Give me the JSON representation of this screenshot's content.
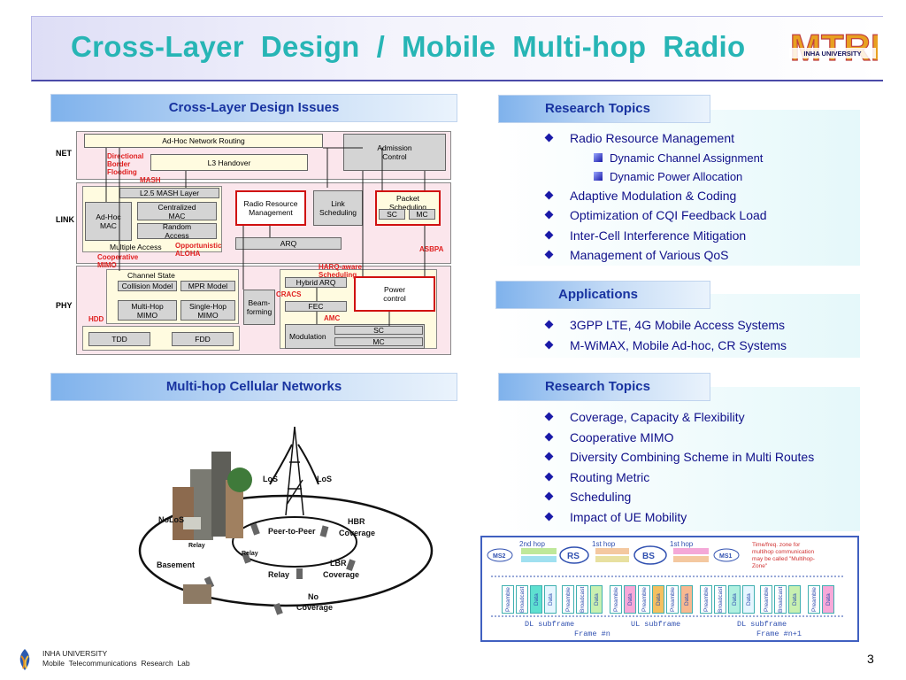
{
  "title": "Cross-Layer  Design  /  Mobile  Multi-hop  Radio",
  "logo": {
    "name": "MTRL",
    "subtitle": "INHA UNIVERSITY"
  },
  "sections": {
    "cross_layer": "Cross-Layer Design Issues",
    "research1": "Research Topics",
    "applications": "Applications",
    "multihop": "Multi-hop Cellular Networks",
    "research2": "Research Topics"
  },
  "research1_items": [
    {
      "text": "Radio Resource Management",
      "sub": false
    },
    {
      "text": "Dynamic Channel Assignment",
      "sub": true
    },
    {
      "text": "Dynamic Power Allocation",
      "sub": true
    },
    {
      "text": "Adaptive Modulation & Coding",
      "sub": false
    },
    {
      "text": "Optimization of CQI Feedback Load",
      "sub": false
    },
    {
      "text": "Inter-Cell Interference Mitigation",
      "sub": false
    },
    {
      "text": "Management of Various QoS",
      "sub": false
    }
  ],
  "applications_items": [
    "3GPP LTE, 4G Mobile Access Systems",
    "M-WiMAX, Mobile Ad-hoc, CR Systems"
  ],
  "research2_items": [
    "Coverage, Capacity & Flexibility",
    "Cooperative MIMO",
    "Diversity Combining Scheme in Multi Routes",
    "Routing Metric",
    "Scheduling",
    "Impact of UE Mobility"
  ],
  "cross_layer_diagram": {
    "layers": {
      "net": "NET",
      "link": "LINK",
      "phy": "PHY"
    },
    "boxes": {
      "adhoc_routing": "Ad-Hoc Network Routing",
      "admission": "Admission\nControl",
      "l3_handover": "L3 Handover",
      "mash_layer": "L2.5 MASH Layer",
      "centralized_mac": "Centralized\nMAC",
      "adhoc_mac": "Ad-Hoc\nMAC",
      "random_access": "Random\nAccess",
      "multiple_access": "Multiple Access",
      "rrm": "Radio Resource\nManagement",
      "link_sched": "Link\nScheduling",
      "packet_sched": "Packet\nScheduling",
      "sc": "SC",
      "mc": "MC",
      "arq": "ARQ",
      "channel_state": "Channel State",
      "collision_model": "Collision Model",
      "mpr_model": "MPR Model",
      "multihop_mimo": "Multi-Hop\nMIMO",
      "singlehop_mimo": "Single-Hop\nMIMO",
      "beamforming": "Beam-\nforming",
      "hybrid_arq": "Hybrid ARQ",
      "fec": "FEC",
      "power_control": "Power\ncontrol",
      "modulation": "Modulation",
      "mod_sc": "SC",
      "mod_mc": "MC",
      "tdd": "TDD",
      "fdd": "FDD"
    },
    "red_labels": {
      "directional": "Directional\nBorder\nFlooding",
      "mash": "MASH",
      "opportunistic": "Opportunistic\nALOHA",
      "cooperative": "Cooperative\nMIMO",
      "asbpa": "ASBPA",
      "harq": "HARQ-aware\nScheduling",
      "cracs": "CRACS",
      "hdd": "HDD",
      "amc": "AMC"
    }
  },
  "network_diagram": {
    "labels": {
      "los1": "LoS",
      "los2": "LoS",
      "nolos": "NoLoS",
      "relay1": "Relay",
      "relay2": "Relay",
      "relay3": "Relay",
      "p2p": "Peer-to-Peer",
      "hbr": "HBR\nCoverage",
      "lbr": "LBR\nCoverage",
      "basement": "Basement",
      "nocov": "No\nCoverage"
    }
  },
  "frame_diagram": {
    "hops": [
      "2nd hop",
      "1st hop",
      "1st hop"
    ],
    "nodes": [
      "MS2",
      "RS",
      "BS",
      "MS1"
    ],
    "note": "Time/freq. zone for\nmultihop communication\nmay be called \"Multihop-\nZone\"",
    "cells": [
      "Preamble",
      "Broadcast",
      "Data",
      "Data",
      "Preamble",
      "Broadcast",
      "Data",
      "Preamble",
      "Data",
      "Preamble",
      "Data",
      "Preamble",
      "Data",
      "Preamble",
      "Broadcast",
      "Data",
      "Data",
      "Preamble",
      "Broadcast",
      "Data",
      "Preamble",
      "Data"
    ],
    "subframes": [
      "DL subframe",
      "UL subframe",
      "DL subframe"
    ],
    "frames": [
      "Frame #n",
      "Frame #n+1"
    ]
  },
  "footer": {
    "line1": "INHA UNIVERSITY",
    "line2": "Mobile  Telecommunications  Research  Lab",
    "page": "3"
  }
}
